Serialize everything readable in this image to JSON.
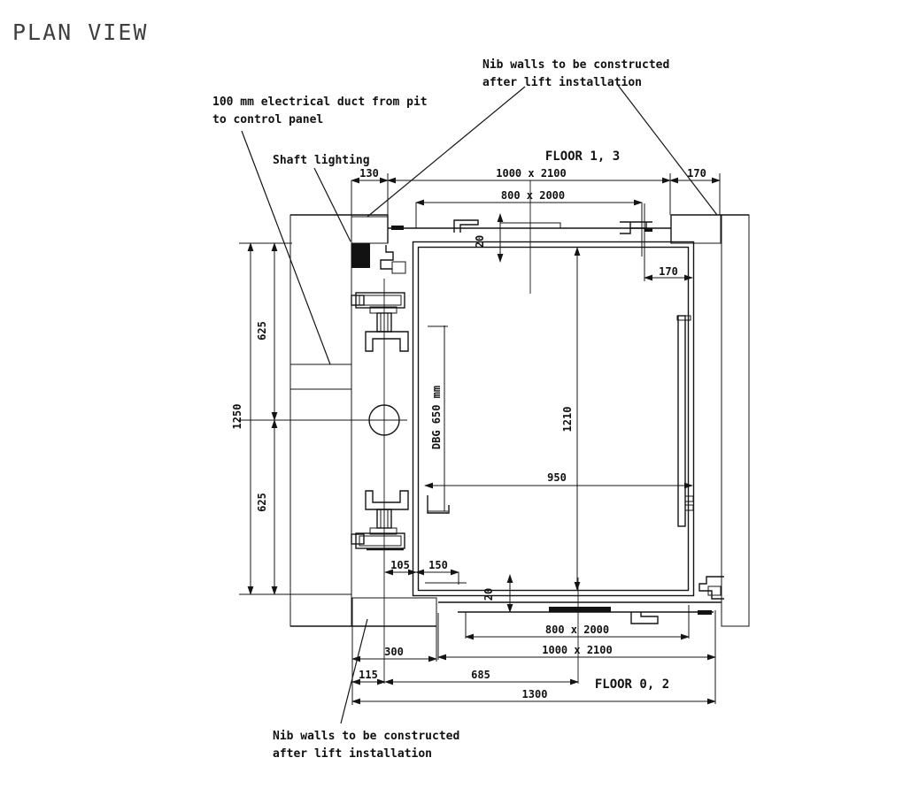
{
  "title": "PLAN VIEW",
  "annotations": {
    "duct_line1": "100 mm electrical duct from pit",
    "duct_line2": "to control panel",
    "shaft_lighting": "Shaft lighting",
    "nib_top_line1": "Nib walls to be constructed",
    "nib_top_line2": "after lift installation",
    "nib_bottom_line1": "Nib walls to be constructed",
    "nib_bottom_line2": "after lift installation"
  },
  "floors": {
    "top": "FLOOR 1, 3",
    "bottom": "FLOOR 0, 2"
  },
  "dimensions": {
    "top_left_nib": "130",
    "top_opening": "1000 x 2100",
    "top_right_nib": "170",
    "top_door": "800 x 2000",
    "left_upper": "625",
    "left_total": "1250",
    "left_lower": "625",
    "car_depth": "1210",
    "car_width": "950",
    "dbg": "DBG 650 mm",
    "gap_top": "20",
    "gap_bottom": "20",
    "rail_offset": "105",
    "rail_clear": "150",
    "right_inner": "170",
    "bottom_nib": "300",
    "bottom_left_offset": "115",
    "bottom_center": "685",
    "shaft_width": "1300",
    "bottom_door": "800 x 2000",
    "bottom_opening": "1000 x 2100"
  }
}
